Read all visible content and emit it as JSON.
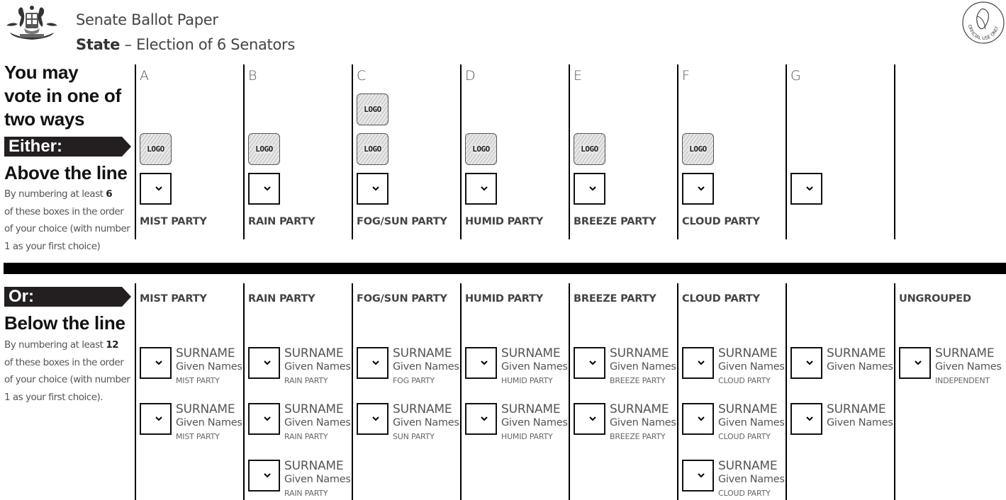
{
  "header": {
    "title": "Senate Ballot Paper",
    "state_label": "State",
    "subtitle_rest": " – Election of 6 Senators",
    "crest_icon": "coat-of-arms-icon",
    "stamp_text": "OFFICIAL USE ONLY",
    "stamp_icon": "official-use-stamp-icon"
  },
  "intro": {
    "heading_lines": [
      "You may",
      "vote in one of",
      "two ways"
    ]
  },
  "above_the_line": {
    "banner": "Either:",
    "heading": "Above the line",
    "instructions": {
      "line1_prefix": "By numbering at least ",
      "min_count": "6",
      "line2": "of these boxes in the order",
      "line3": "of your choice (with number",
      "line4": "1 as your first choice)"
    },
    "groups": [
      {
        "letter": "A",
        "party": "MIST PARTY",
        "logos": 1
      },
      {
        "letter": "B",
        "party": "RAIN PARTY",
        "logos": 1
      },
      {
        "letter": "C",
        "party": "FOG/SUN PARTY",
        "logos": 2
      },
      {
        "letter": "D",
        "party": "HUMID PARTY",
        "logos": 1
      },
      {
        "letter": "E",
        "party": "BREEZE PARTY",
        "logos": 1
      },
      {
        "letter": "F",
        "party": "CLOUD PARTY",
        "logos": 1
      },
      {
        "letter": "G",
        "party": "",
        "logos": 0
      }
    ],
    "logo_text": "LOGO"
  },
  "below_the_line": {
    "banner": "Or:",
    "heading": "Below the line",
    "instructions": {
      "line1_prefix": "By numbering at least ",
      "min_count": "12",
      "line2": "of these boxes in the order",
      "line3": "of your choice (with number",
      "line4": "1 as your first choice)."
    },
    "columns": [
      {
        "header": "MIST PARTY",
        "candidates": [
          {
            "surname": "SURNAME",
            "given": "Given Names",
            "party": "MIST PARTY"
          },
          {
            "surname": "SURNAME",
            "given": "Given Names",
            "party": "MIST PARTY"
          }
        ]
      },
      {
        "header": "RAIN PARTY",
        "candidates": [
          {
            "surname": "SURNAME",
            "given": "Given Names",
            "party": "RAIN PARTY"
          },
          {
            "surname": "SURNAME",
            "given": "Given Names",
            "party": "RAIN PARTY"
          },
          {
            "surname": "SURNAME",
            "given": "Given Names",
            "party": "RAIN PARTY"
          }
        ]
      },
      {
        "header": "FOG/SUN PARTY",
        "candidates": [
          {
            "surname": "SURNAME",
            "given": "Given Names",
            "party": "FOG PARTY"
          },
          {
            "surname": "SURNAME",
            "given": "Given Names",
            "party": "SUN PARTY"
          }
        ]
      },
      {
        "header": "HUMID PARTY",
        "candidates": [
          {
            "surname": "SURNAME",
            "given": "Given Names",
            "party": "HUMID PARTY"
          },
          {
            "surname": "SURNAME",
            "given": "Given Names",
            "party": "HUMID PARTY"
          }
        ]
      },
      {
        "header": "BREEZE PARTY",
        "candidates": [
          {
            "surname": "SURNAME",
            "given": "Given Names",
            "party": "BREEZE PARTY"
          },
          {
            "surname": "SURNAME",
            "given": "Given Names",
            "party": "BREEZE PARTY"
          }
        ]
      },
      {
        "header": "CLOUD PARTY",
        "candidates": [
          {
            "surname": "SURNAME",
            "given": "Given Names",
            "party": "CLOUD PARTY"
          },
          {
            "surname": "SURNAME",
            "given": "Given Names",
            "party": "CLOUD PARTY"
          },
          {
            "surname": "SURNAME",
            "given": "Given Names",
            "party": "CLOUD PARTY"
          }
        ]
      },
      {
        "header": "",
        "candidates": [
          {
            "surname": "SURNAME",
            "given": "Given Names",
            "party": ""
          },
          {
            "surname": "SURNAME",
            "given": "Given Names",
            "party": ""
          }
        ]
      },
      {
        "header": "UNGROUPED",
        "candidates": [
          {
            "surname": "SURNAME",
            "given": "Given Names",
            "party": "INDEPENDENT"
          }
        ]
      }
    ]
  },
  "colors": {
    "banner_bg": "#231f20",
    "divider": "#000000",
    "text": "#444444"
  }
}
